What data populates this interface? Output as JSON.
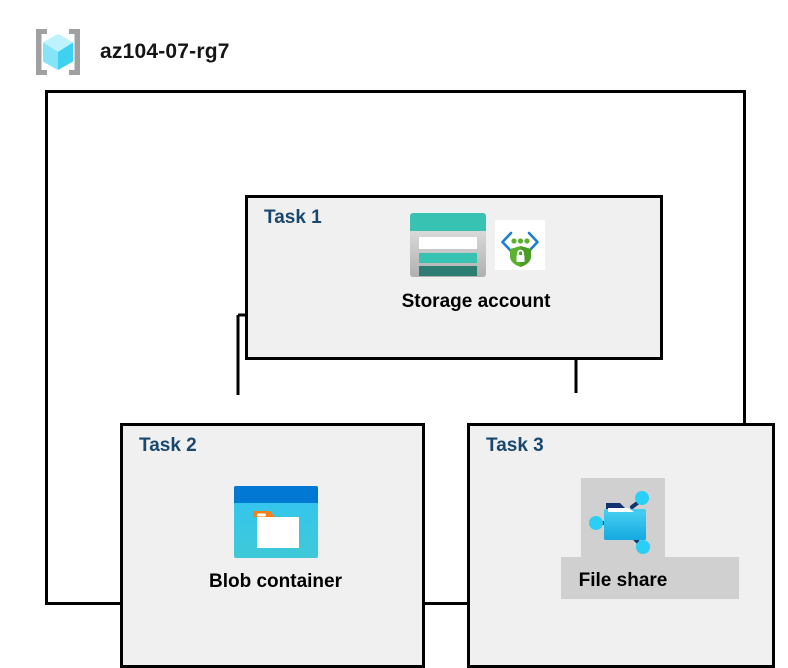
{
  "header": {
    "icon": "resource-group-cube-icon",
    "title": "az104-07-rg7"
  },
  "diagram": {
    "container_type": "resource-group",
    "tasks": [
      {
        "id": "task-1",
        "label": "Task 1",
        "node_caption": "Storage account",
        "icons": [
          "storage-account-icon",
          "secure-endpoint-shield-icon"
        ]
      },
      {
        "id": "task-2",
        "label": "Task 2",
        "node_caption": "Blob container",
        "icons": [
          "blob-container-icon"
        ]
      },
      {
        "id": "task-3",
        "label": "Task 3",
        "node_caption": "File share",
        "icons": [
          "file-share-icon"
        ],
        "highlighted": true
      }
    ],
    "connections": [
      {
        "from": "Storage account",
        "to": "Blob container"
      },
      {
        "from": "Storage account",
        "to": "File share"
      }
    ]
  },
  "colors": {
    "task_label": "#19486F",
    "task_box_fill": "#F0F0F0",
    "box_border": "#000000",
    "highlight": "#D0D0D0",
    "storage_teal": "#37C2B1",
    "storage_teal_dark": "#2E7D72",
    "blob_blue": "#0078D4",
    "blob_cyan": "#32C5F0",
    "blob_orange": "#F0811A",
    "fileshare_cyan": "#2ACFF5",
    "fileshare_navy": "#11336E",
    "shield_green": "#5BB12F",
    "chevron_blue": "#0078D4",
    "cube_cyan": "#9CEBFF",
    "bracket_gray": "#A0A0A0"
  }
}
